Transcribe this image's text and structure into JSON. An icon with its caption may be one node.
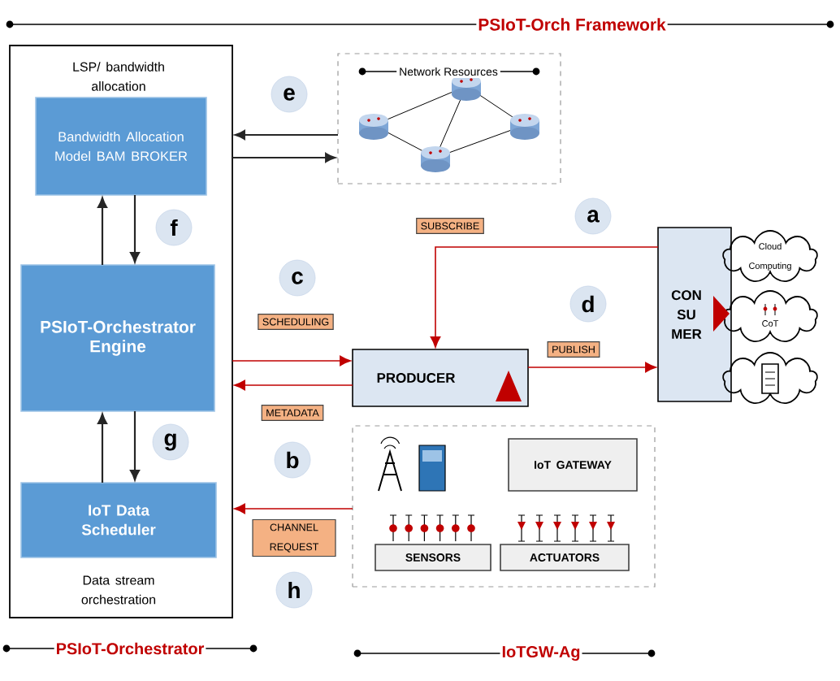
{
  "diagram": {
    "title": "PSIoT-Orch Framework",
    "nodes": [
      {
        "text": [
          "LSP/ bandwidth allocation",
          "Data stream orchestration"
        ]
      },
      {
        "text": [
          "Bandwidth Allocation Model BAM BROKER"
        ],
        "in": 0
      },
      {
        "text": [
          "PSIoT-Orchestrator Engine"
        ],
        "in": 0
      },
      {
        "text": [
          "IoT Data Scheduler"
        ],
        "in": 0
      },
      {
        "text": [
          "Network Resources"
        ]
      },
      {
        "text": [
          "e"
        ]
      },
      {
        "text": [
          "f"
        ],
        "in": 0
      },
      {
        "text": [
          "g"
        ],
        "in": 0
      },
      {
        "text": [
          "c"
        ]
      },
      {
        "text": [
          "a"
        ]
      },
      {
        "text": [
          "d"
        ]
      },
      {
        "text": [
          "PRODUCER"
        ]
      },
      {
        "text": [
          "CON SU MER"
        ]
      },
      {
        "text": [
          "Cloud Computing"
        ]
      },
      {
        "text": [
          "CoT"
        ]
      },
      {
        "text": [],
        "shape": "cloud"
      },
      {
        "text": [
          "b"
        ]
      },
      {
        "text": [],
        "shape": "box"
      },
      {
        "text": [
          "IoT GATEWAY"
        ],
        "in": 17
      },
      {
        "text": [
          "SENSORS"
        ],
        "in": 17
      },
      {
        "text": [
          "ACTUATORS"
        ],
        "in": 17
      },
      {
        "text": [
          "h"
        ]
      }
    ],
    "edges": [
      {
        "from": 4,
        "to": 0,
        "arrow": "to"
      },
      {
        "from": 0,
        "to": 4,
        "arrow": "to"
      },
      {
        "from": 1,
        "to": 2,
        "arrow": "to"
      },
      {
        "from": 2,
        "to": 1,
        "arrow": "to"
      },
      {
        "from": 2,
        "to": 3,
        "arrow": "to"
      },
      {
        "from": 3,
        "to": 2,
        "arrow": "to"
      },
      {
        "from": 12,
        "to": 11,
        "arrow": "to",
        "label": "SUBSCRIBE",
        "color": "#c00000"
      },
      {
        "from": 0,
        "to": 11,
        "arrow": "to",
        "label": "SCHEDULING",
        "color": "#c00000"
      },
      {
        "from": 11,
        "to": 0,
        "arrow": "to",
        "label": "METADATA",
        "color": "#c00000"
      },
      {
        "from": 11,
        "to": 12,
        "arrow": "to",
        "label": "PUBLISH",
        "color": "#c00000"
      },
      {
        "from": 17,
        "to": 0,
        "arrow": "to",
        "label": "CHANNEL REQUEST",
        "color": "#c00000"
      }
    ],
    "labels": [
      "PSIoT-Orchestrator",
      "IoTGW-Ag"
    ]
  }
}
